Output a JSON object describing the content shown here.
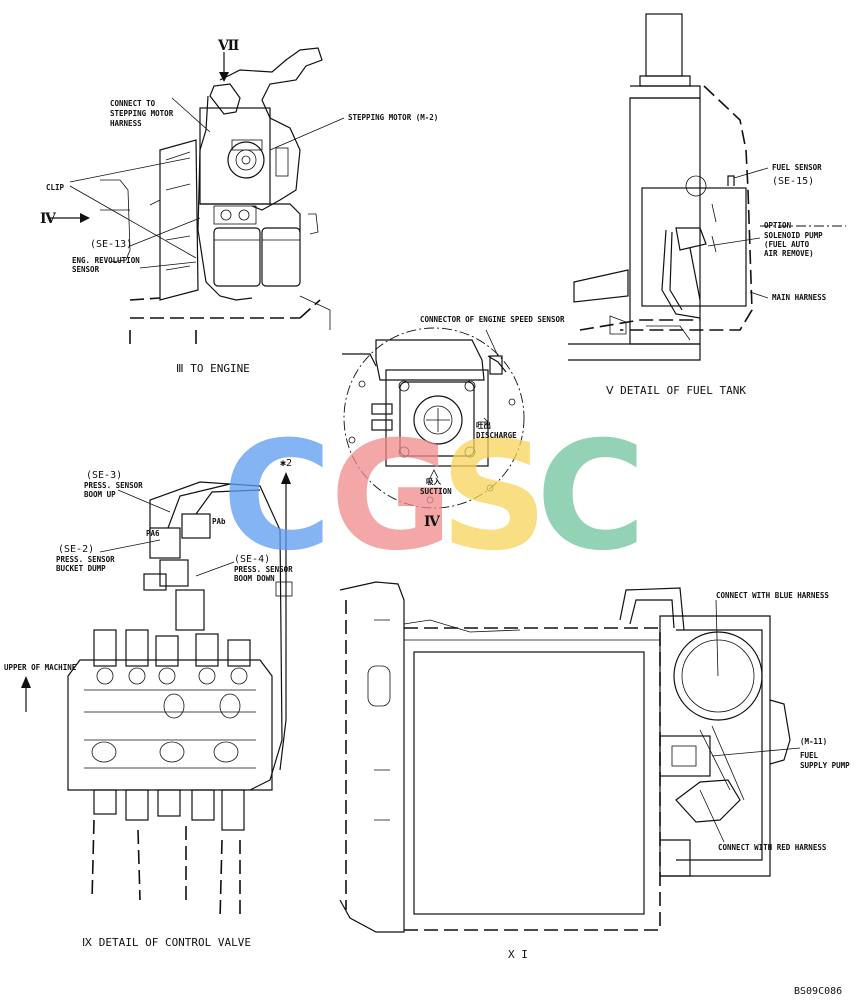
{
  "watermark": {
    "letters": [
      "C",
      "G",
      "S",
      "C"
    ],
    "colors": [
      "#5b9bf0",
      "#f08a8a",
      "#f7d35a",
      "#6fc39b"
    ]
  },
  "views": {
    "engine": {
      "marker_top": "Ⅶ",
      "marker_left": "Ⅳ",
      "caption": "Ⅲ TO ENGINE",
      "labels": {
        "connect_stepping_1": "CONNECT TO",
        "connect_stepping_2": "STEPPING MOTOR",
        "connect_stepping_3": "HARNESS",
        "stepping_motor": "STEPPING MOTOR (M-2)",
        "clip": "CLIP",
        "se13": "(SE-13)",
        "eng_rev_1": "ENG. REVOLUTION",
        "eng_rev_2": "SENSOR"
      }
    },
    "fuel_tank": {
      "caption": "Ⅴ DETAIL OF FUEL TANK",
      "labels": {
        "fuel_sensor": "FUEL SENSOR",
        "se15": "(SE-15)",
        "option": "OPTION",
        "solenoid_1": "SOLENOID PUMP",
        "solenoid_2": "(FUEL AUTO",
        "solenoid_3": "AIR REMOVE)",
        "main_harness": "MAIN HARNESS"
      }
    },
    "pump": {
      "caption": "Ⅳ",
      "labels": {
        "connector": "CONNECTOR OF ENGINE SPEED SENSOR",
        "discharge_kanji": "吐出",
        "discharge": "DISCHARGE",
        "suction_kanji": "吸入",
        "suction": "SUCTION"
      }
    },
    "control_valve": {
      "caption": "Ⅸ DETAIL OF CONTROL VALVE",
      "star_marker": "✱2",
      "labels": {
        "se3": "(SE-3)",
        "se3_1": "PRESS. SENSOR",
        "se3_2": "BOOM UP",
        "pab": "PAb",
        "pa": "PA6",
        "se2": "(SE-2)",
        "se2_1": "PRESS. SENSOR",
        "se2_2": "BUCKET DUMP",
        "se4": "(SE-4)",
        "se4_1": "PRESS. SENSOR",
        "se4_2": "BOOM DOWN",
        "upper": "UPPER OF MACHINE"
      }
    },
    "frame": {
      "caption": "X I",
      "labels": {
        "blue": "CONNECT WITH BLUE HARNESS",
        "m11": "(M-11)",
        "fuel_pump_1": "FUEL",
        "fuel_pump_2": "SUPPLY PUMP",
        "red": "CONNECT WITH RED HARNESS"
      }
    }
  },
  "doc_code": "BS09C086"
}
